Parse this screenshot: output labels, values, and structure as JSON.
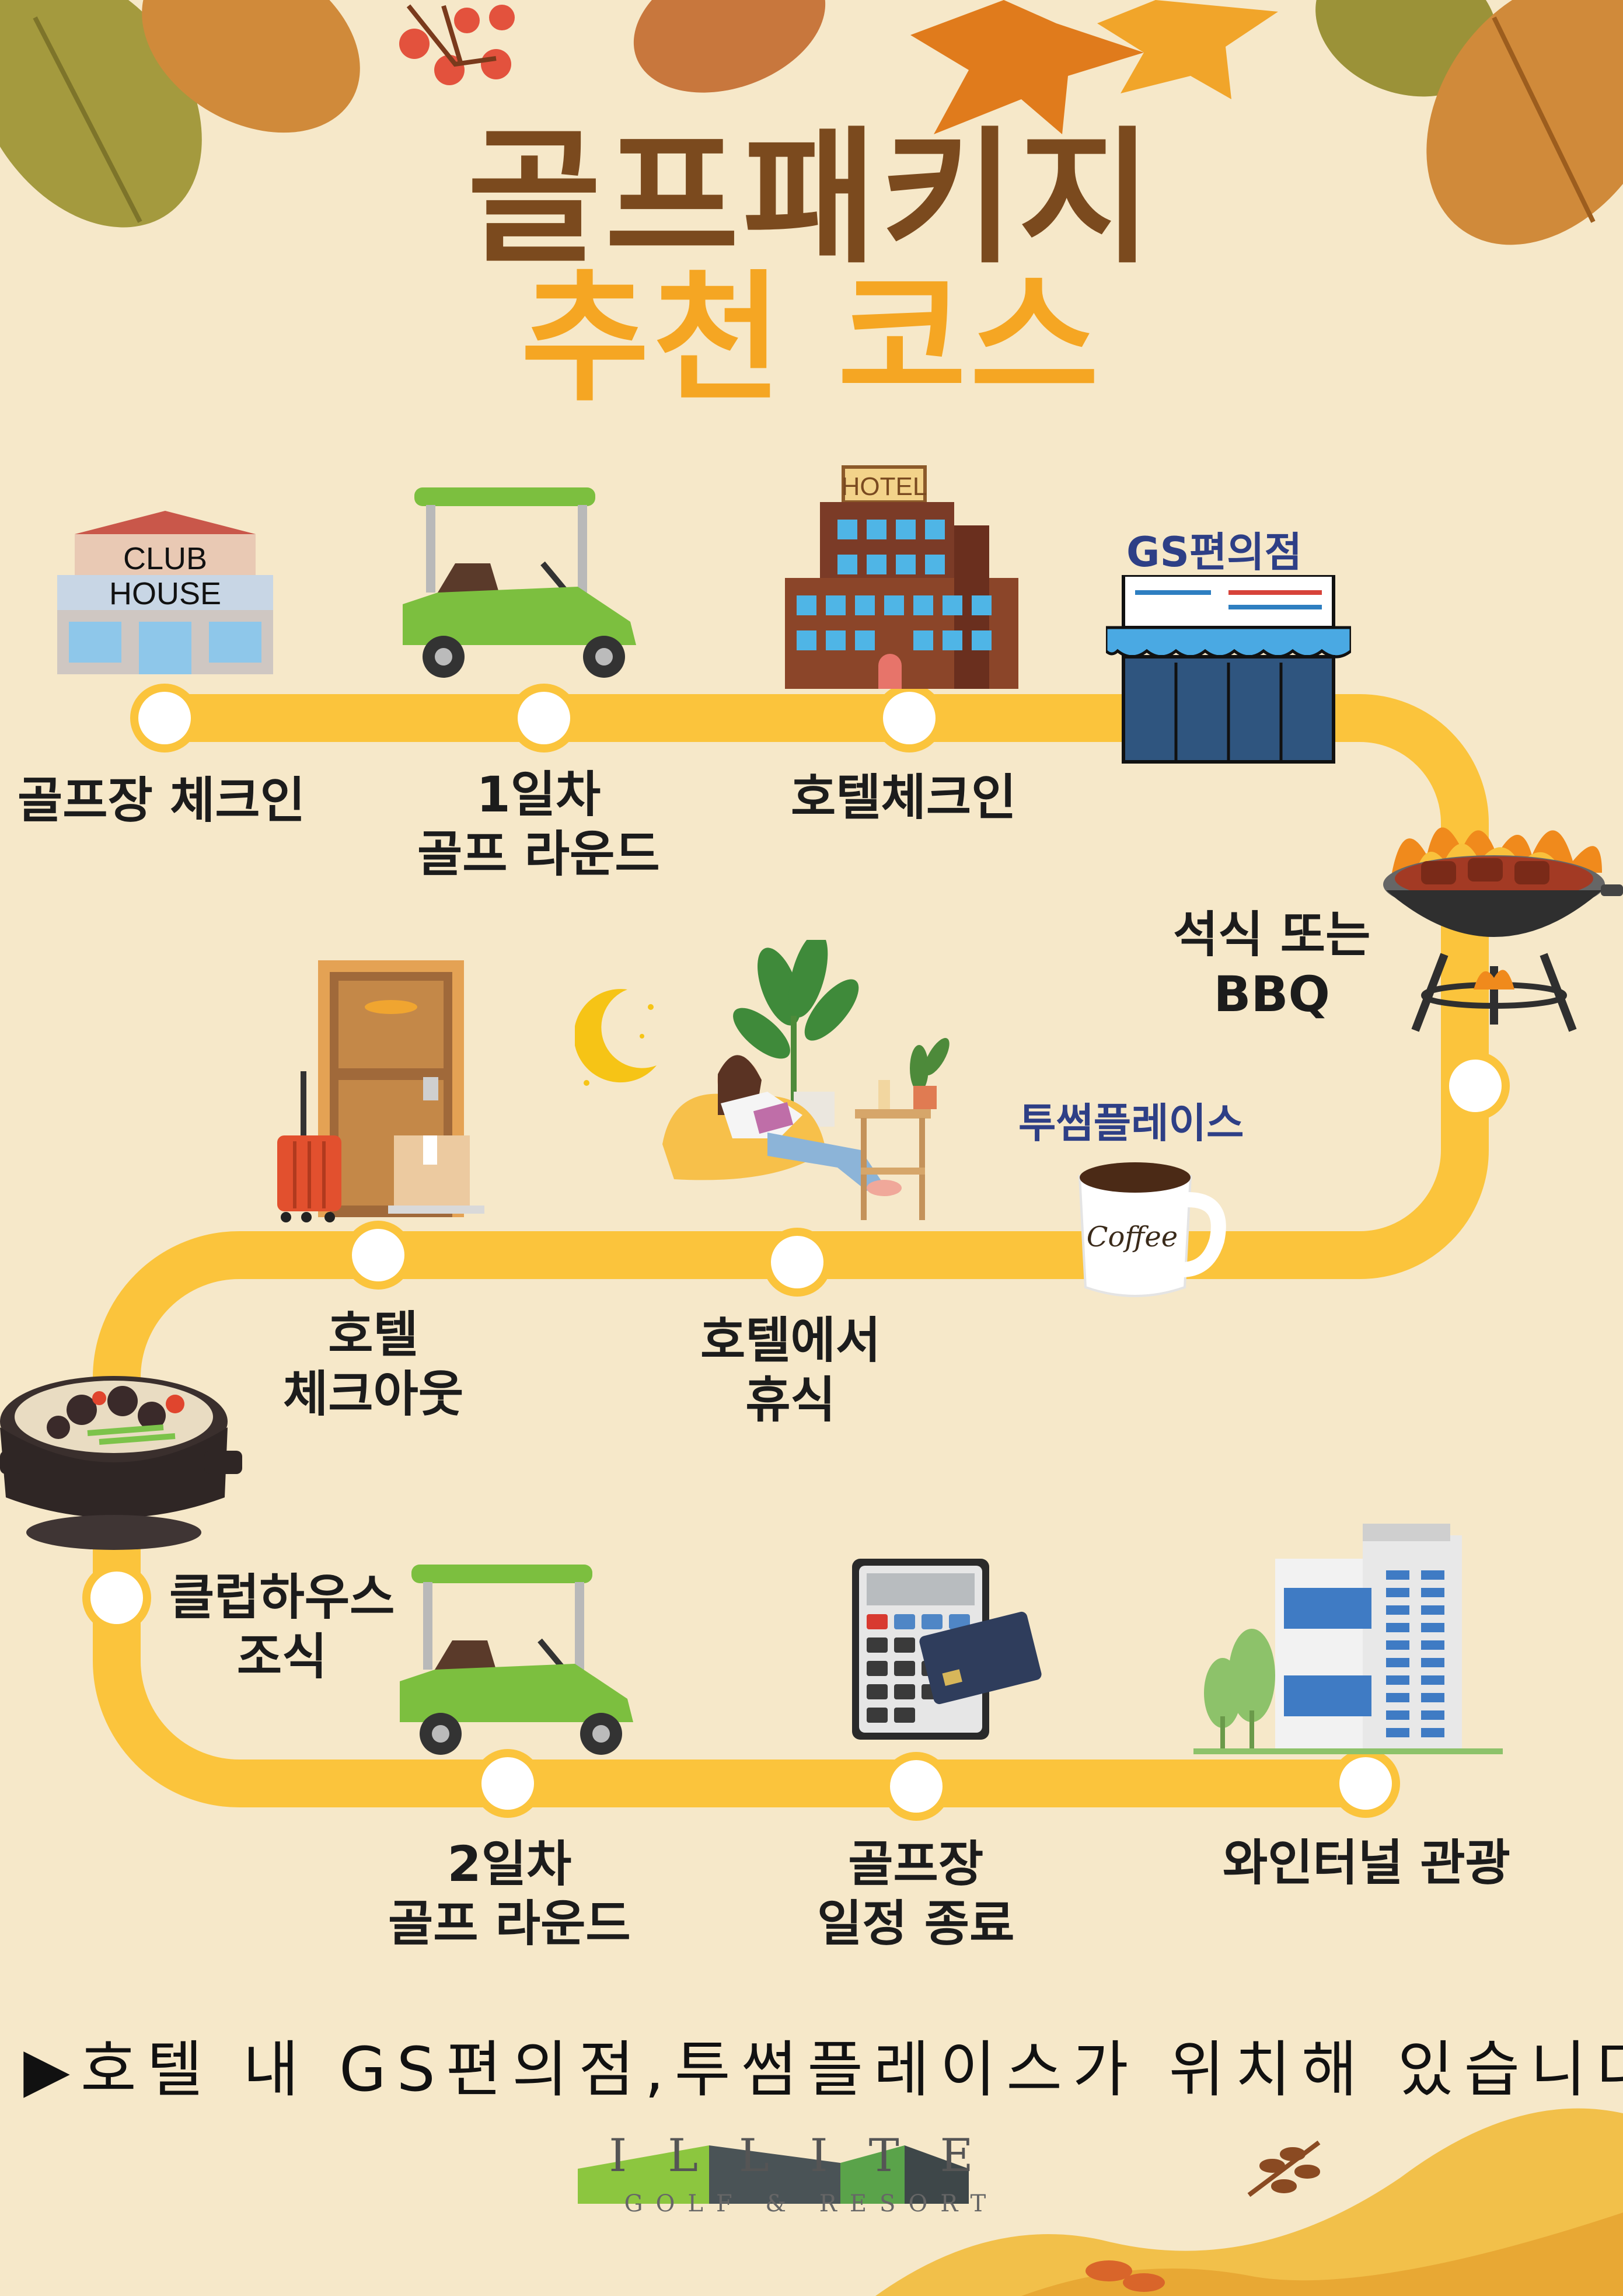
{
  "title": {
    "line1": "골프패키지",
    "line2": "추천 코스"
  },
  "steps": [
    {
      "label": "골프장 체크인",
      "icon": "clubhouse-icon"
    },
    {
      "label": "1일차\n골프 라운드",
      "icon": "golf-cart-icon"
    },
    {
      "label": "호텔체크인",
      "icon": "hotel-icon"
    },
    {
      "label": "석식 또는\nBBQ",
      "icon": "bbq-grill-icon"
    },
    {
      "label": "호텔\n체크아웃",
      "icon": "door-luggage-icon"
    },
    {
      "label": "호텔에서\n휴식",
      "icon": "relaxing-woman-icon"
    },
    {
      "label": "클럽하우스\n조식",
      "icon": "stew-pot-icon"
    },
    {
      "label": "2일차\n골프 라운드",
      "icon": "golf-cart-icon"
    },
    {
      "label": "골프장\n일정 종료",
      "icon": "calculator-card-icon"
    },
    {
      "label": "와인터널 관광",
      "icon": "building-icon"
    }
  ],
  "stores": {
    "gs": "GS편의점",
    "twosome": "투썸플레이스"
  },
  "icon_text": {
    "club": "CLUB",
    "house": "HOUSE",
    "hotel": "HOTEL",
    "coffee": "Coffee"
  },
  "note": "▶호텔 내 GS편의점,투썸플레이스가 위치해 있습니다.",
  "brand": {
    "name": "ILLITE",
    "sub": "GOLF & RESORT"
  },
  "colors": {
    "background": "#f6e8c9",
    "title_primary": "#7b4a1e",
    "title_accent": "#f5a623",
    "route": "#fbc43c",
    "store_label": "#2e3f86"
  }
}
